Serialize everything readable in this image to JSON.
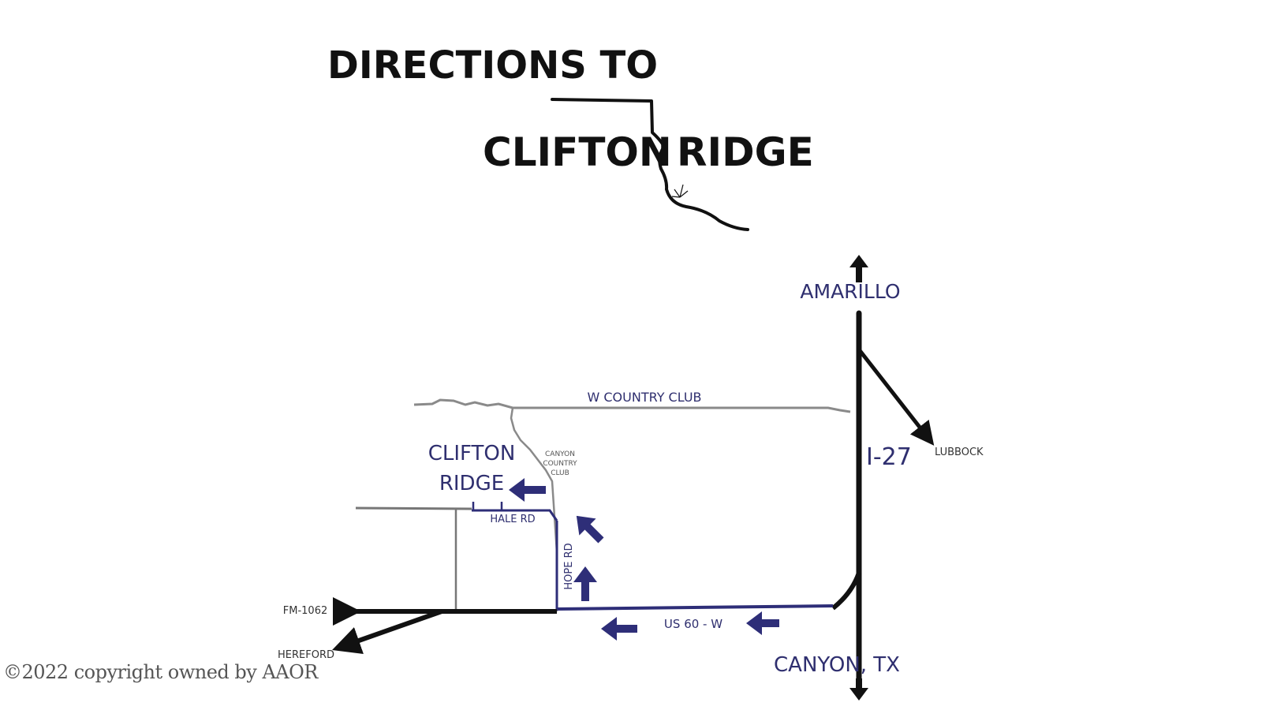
{
  "title": {
    "line1": "DIRECTIONS TO",
    "line2_left": "CLIFTON",
    "line2_right": "RIDGE"
  },
  "destinations": {
    "amarillo": "AMARILLO",
    "lubbock": "LUBBOCK",
    "canyon": "CANYON, TX",
    "fm1062": "FM-1062",
    "hereford": "HEREFORD"
  },
  "roads": {
    "interstate": "I-27",
    "country_club": "W COUNTRY CLUB",
    "us60": "US 60 - W",
    "hale": "HALE RD",
    "hope": "HOPE RD"
  },
  "landmarks": {
    "clifton_ridge_line1": "CLIFTON",
    "clifton_ridge_line2": "RIDGE",
    "country_club_line1": "CANYON",
    "country_club_line2": "COUNTRY",
    "country_club_line3": "CLUB"
  },
  "copyright": "©2022 copyright owned by AAOR",
  "colors": {
    "route": "#2e2e78",
    "highway": "#111111",
    "minor_road": "#888888",
    "label": "#2f2f6f"
  }
}
